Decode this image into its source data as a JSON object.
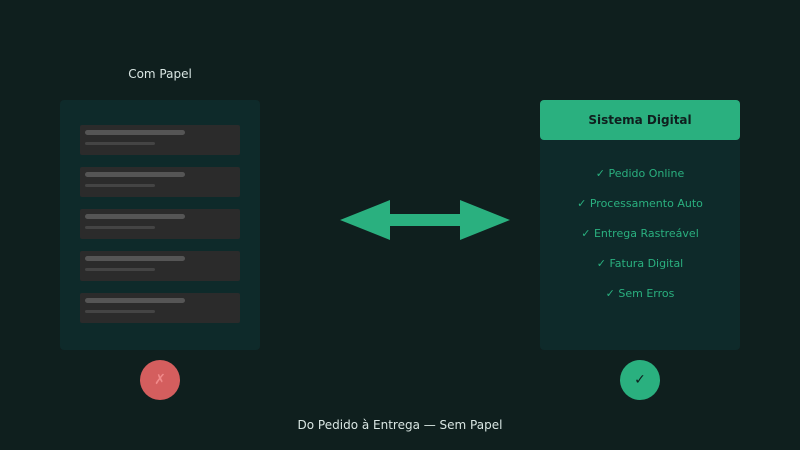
{
  "left_panel": {
    "title": "Com Papel",
    "documents": [
      {},
      {},
      {},
      {},
      {}
    ]
  },
  "right_panel": {
    "header": "Sistema Digital",
    "features": [
      "✓ Pedido Online",
      "✓ Processamento Auto",
      "✓ Entrega Rastreável",
      "✓ Fatura Digital",
      "✓ Sem Erros"
    ]
  },
  "badges": {
    "bad": "✗",
    "good": "✓"
  },
  "caption": "Do Pedido à Entrega — Sem Papel",
  "colors": {
    "accent": "#2ab07f",
    "negative": "#d45e5e",
    "background": "#0f1f1e",
    "panel": "#0e2a2a"
  }
}
